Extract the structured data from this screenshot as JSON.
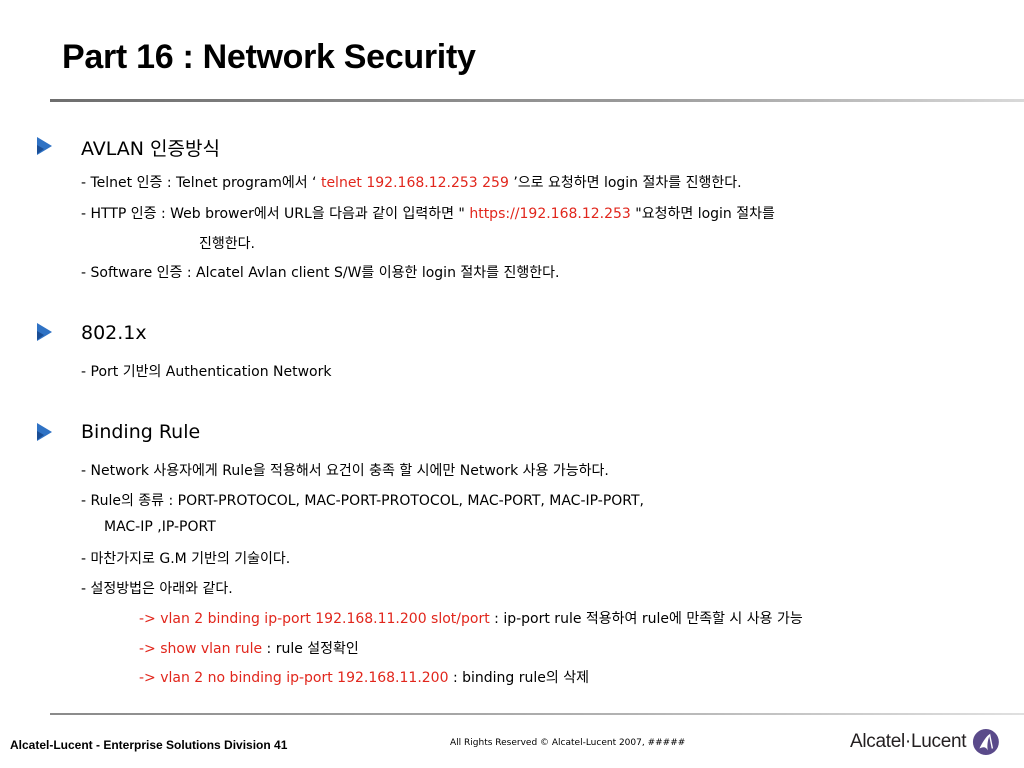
{
  "slide": {
    "title": "Part 16 :  Network Security"
  },
  "sections": {
    "avlan": {
      "heading": "AVLAN 인증방식",
      "telnet": {
        "prefix": "- Telnet 인증 : Telnet program에서 ‘ ",
        "cmd": "telnet 192.168.12.253 259",
        "suffix": " ’으로 요청하면 login 절차를 진행한다."
      },
      "http": {
        "prefix": "- HTTP 인증 : Web brower에서 URL을 다음과 같이 입력하면 \" ",
        "url": "https://192.168.12.253",
        "suffix": " \"요청하면   login 절차를",
        "continuation": "진행한다."
      },
      "software": "- Software 인증 : Alcatel Avlan client S/W를 이용한 login 절차를 진행한다."
    },
    "dot1x": {
      "heading": "802.1x",
      "line": "-  Port 기반의 Authentication Network"
    },
    "binding": {
      "heading": "Binding Rule",
      "line1": "-  Network 사용자에게  Rule을 적용해서 요건이 충족 할 시에만 Network 사용 가능하다.",
      "line2": "-  Rule의 종류 : PORT-PROTOCOL,  MAC-PORT-PROTOCOL,  MAC-PORT,  MAC-IP-PORT,",
      "line2_cont": "MAC-IP ,IP-PORT",
      "line3": "-  마찬가지로 G.M 기반의  기술이다.",
      "line4": "-  설정방법은 아래와 같다.",
      "cmds": [
        {
          "cmd": "-> vlan 2 binding ip-port 192.168.11.200 slot/port",
          "desc": " : ip-port rule 적용하여 rule에 만족할 시 사용 가능"
        },
        {
          "cmd": "-> show vlan rule",
          "desc": " : rule 설정확인"
        },
        {
          "cmd": "-> vlan 2 no binding ip-port 192.168.11.200",
          "desc": " : binding rule의 삭제"
        }
      ]
    }
  },
  "footer": {
    "left": "Alcatel-Lucent - Enterprise Solutions Division  41",
    "center": "All Rights Reserved © Alcatel-Lucent 2007, #####",
    "logo": "Alcatel·Lucent"
  },
  "colors": {
    "command_red": "#e1261c",
    "bullet_blue": "#2f72c4"
  },
  "icons": {
    "bullet": "triangle-bullet-icon",
    "logo": "alcatel-lucent-swirl-icon"
  }
}
